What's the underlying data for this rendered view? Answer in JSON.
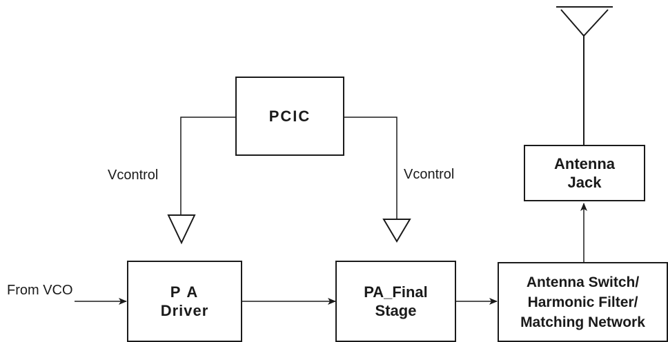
{
  "blocks": {
    "pcic": {
      "label": "PCIC"
    },
    "pa_driver": {
      "line1": "P A",
      "line2": "Driver"
    },
    "pa_final": {
      "line1": "PA_Final",
      "line2": "Stage"
    },
    "antenna_switch": {
      "line1": "Antenna Switch/",
      "line2": "Harmonic Filter/",
      "line3": "Matching Network"
    },
    "antenna_jack": {
      "line1": "Antenna",
      "line2": "Jack"
    }
  },
  "labels": {
    "vcontrol_left": "Vcontrol",
    "vcontrol_right": "Vcontrol",
    "from_vco": "From VCO"
  }
}
